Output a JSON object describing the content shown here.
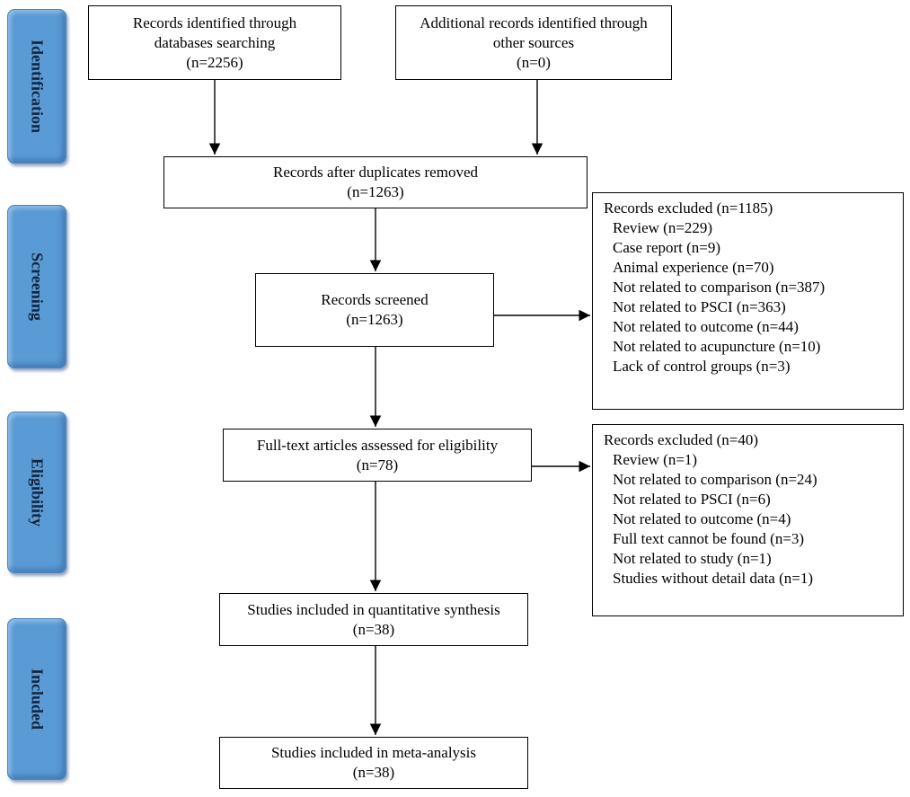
{
  "phases": {
    "identification": "Identification",
    "screening": "Screening",
    "eligibility": "Eligibility",
    "included": "Included"
  },
  "boxes": {
    "db_search": [
      "Records identified through",
      "databases searching",
      "(n=2256)"
    ],
    "other_sources": [
      "Additional records identified through",
      "other sources",
      "(n=0)"
    ],
    "after_duplicates": [
      "Records after duplicates removed",
      "(n=1263)"
    ],
    "screened": [
      "Records screened",
      "(n=1263)"
    ],
    "full_text": [
      "Full-text articles assessed for eligibility",
      "(n=78)"
    ],
    "quantitative": [
      "Studies included in quantitative synthesis",
      "(n=38)"
    ],
    "meta_analysis": [
      "Studies included in meta-analysis",
      "(n=38)"
    ]
  },
  "excluded_screening": {
    "header": "Records excluded (n=1185)",
    "items": [
      "Review (n=229)",
      "Case report (n=9)",
      "Animal experience (n=70)",
      "Not related to comparison (n=387)",
      "Not related to PSCI (n=363)",
      "Not related to outcome (n=44)",
      "Not related to acupuncture (n=10)",
      "Lack of control groups (n=3)"
    ]
  },
  "excluded_eligibility": {
    "header": "Records excluded (n=40)",
    "items": [
      "Review (n=1)",
      "Not related to comparison (n=24)",
      "Not related to PSCI (n=6)",
      "Not related to outcome (n=4)",
      "Full text cannot be found (n=3)",
      "Not related to study (n=1)",
      "Studies without detail data (n=1)"
    ]
  },
  "colors": {
    "phase_fill": "#5a9bd5",
    "phase_text": "#12243c",
    "line": "#000000"
  }
}
